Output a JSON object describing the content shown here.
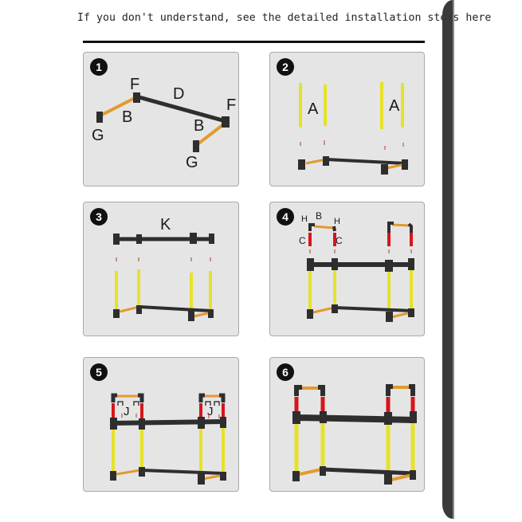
{
  "header": {
    "text": "If you don't understand, see the detailed installation steps here"
  },
  "colors": {
    "panel_bg": "#e5e5e5",
    "tube_dark": "#2e2e2e",
    "tube_orange": "#e39a2f",
    "tube_yellow": "#e6e227",
    "tube_red": "#d8141c",
    "arrow_red": "#b13a2a"
  },
  "steps": [
    {
      "number": "1",
      "labels": {
        "f1": "F",
        "f2": "F",
        "d": "D",
        "b1": "B",
        "b2": "B",
        "g1": "G",
        "g2": "G"
      }
    },
    {
      "number": "2",
      "labels": {
        "a1": "A",
        "a2": "A"
      }
    },
    {
      "number": "3",
      "labels": {
        "k": "K"
      }
    },
    {
      "number": "4",
      "labels": {
        "h1": "H",
        "b": "B",
        "h2": "H",
        "c1": "C",
        "c2": "C"
      }
    },
    {
      "number": "5",
      "labels": {
        "j1": "J",
        "j2": "J"
      }
    },
    {
      "number": "6",
      "labels": {}
    }
  ]
}
